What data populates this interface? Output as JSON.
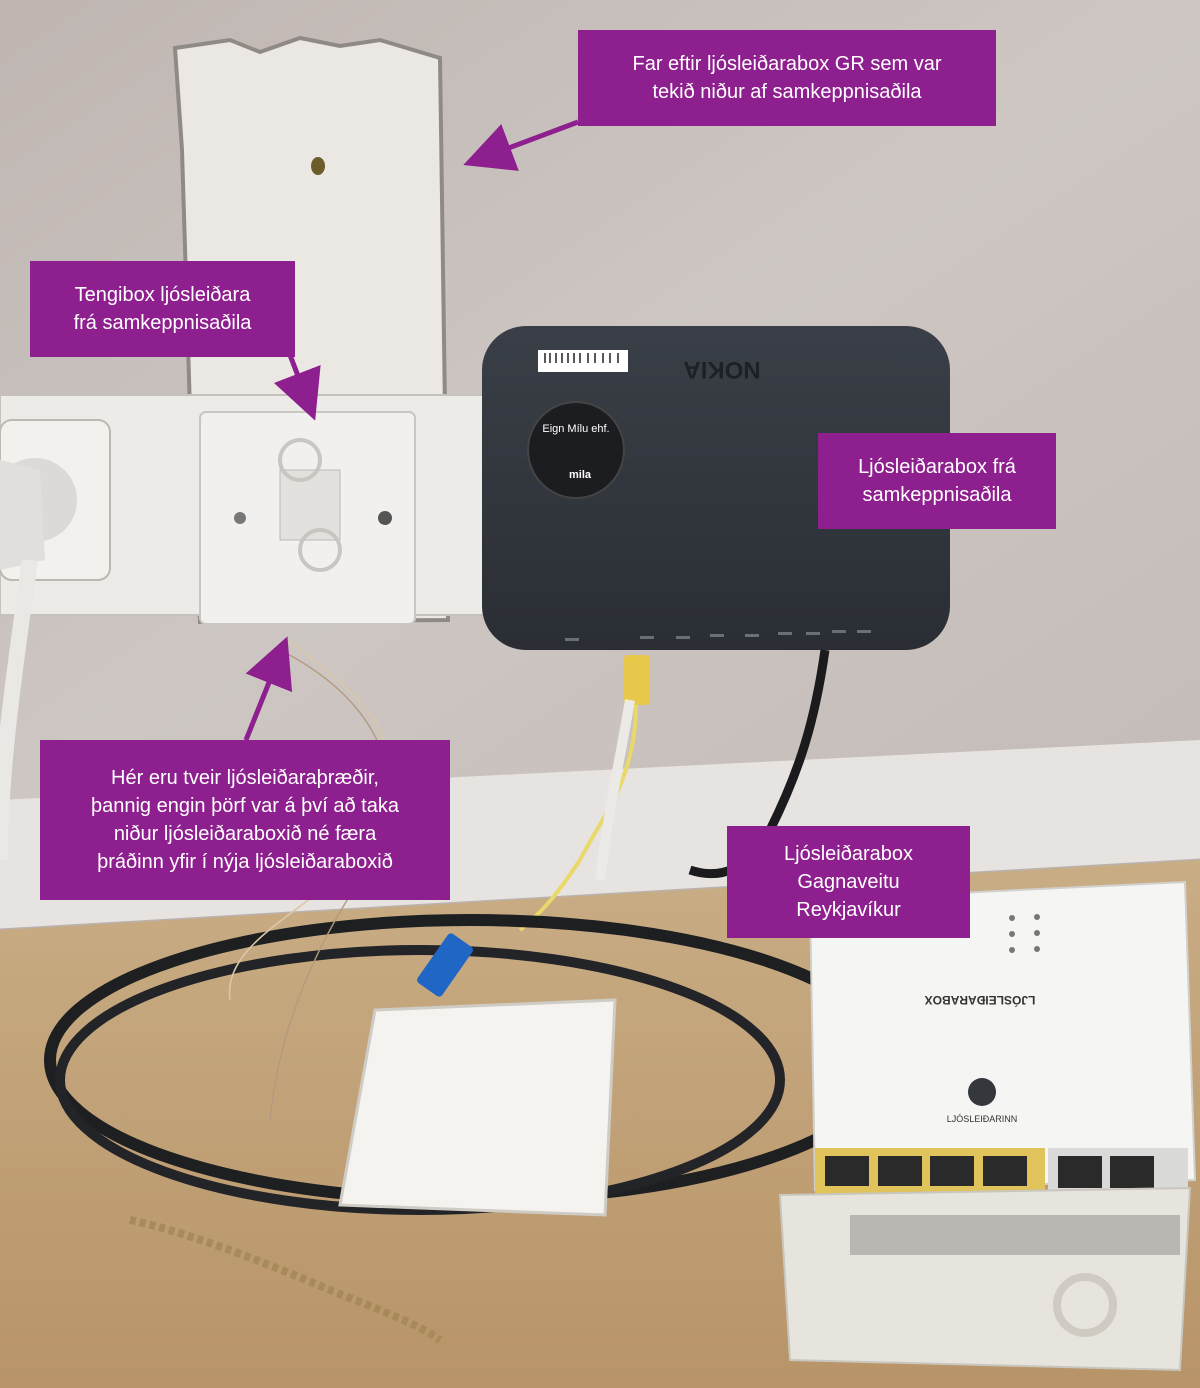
{
  "callouts": {
    "gr_removed": [
      "Far eftir ljósleiðarabox GR sem var",
      "tekið niður af samkeppnisaðila"
    ],
    "tengibox": [
      "Tengibox ljósleiðara",
      "frá samkeppnisaðila"
    ],
    "competitor_box": [
      "Ljósleiðarabox frá",
      "samkeppnisaðila"
    ],
    "two_fibers": [
      "Hér eru tveir ljósleiðaraþræðir,",
      "þannig engin þörf var á því að taka",
      "niður ljósleiðaraboxið né færa",
      "þráðinn yfir í nýja ljósleiðaraboxið"
    ],
    "gr_box": [
      "Ljósleiðarabox",
      "Gagnaveitu",
      "Reykjavíkur"
    ]
  },
  "device_labels": {
    "nokia_logo": "NOKIA",
    "sticker_title": "Eign Mílu ehf.",
    "sticker_brand": "mila",
    "gr_box_title": "LJÓSLEIÐARABOX",
    "gr_box_brand": "LJÓSLEIÐARINN"
  },
  "colors": {
    "callout_bg": "#8e1f8e",
    "callout_text": "#ffffff",
    "wall": "#c9c2bd",
    "floor": "#c7a679"
  }
}
